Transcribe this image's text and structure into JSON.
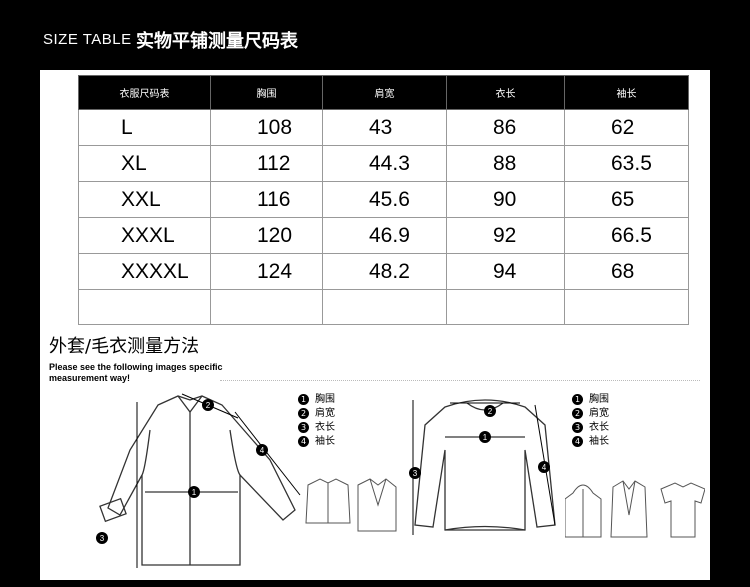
{
  "header": {
    "title_en": "SIZE TABLE",
    "title_zh": "实物平铺测量尺码表"
  },
  "table": {
    "headers": [
      "衣服尺码表",
      "胸围",
      "肩宽",
      "衣长",
      "袖长"
    ],
    "rows": [
      [
        "L",
        "108",
        "43",
        "86",
        "62"
      ],
      [
        "XL",
        "112",
        "44.3",
        "88",
        "63.5"
      ],
      [
        "XXL",
        "116",
        "45.6",
        "90",
        "65"
      ],
      [
        "XXXL",
        "120",
        "46.9",
        "92",
        "66.5"
      ],
      [
        "XXXXL",
        "124",
        "48.2",
        "94",
        "68"
      ]
    ]
  },
  "method": {
    "title": "外套/毛衣测量方法",
    "note": "Please see the following images specific measurement way!"
  },
  "legend": [
    {
      "num": "1",
      "label": "胸围"
    },
    {
      "num": "2",
      "label": "肩宽"
    },
    {
      "num": "3",
      "label": "衣长"
    },
    {
      "num": "4",
      "label": "袖长"
    }
  ],
  "colors": {
    "background": "#000000",
    "panel": "#ffffff",
    "header_cell": "#000000"
  }
}
